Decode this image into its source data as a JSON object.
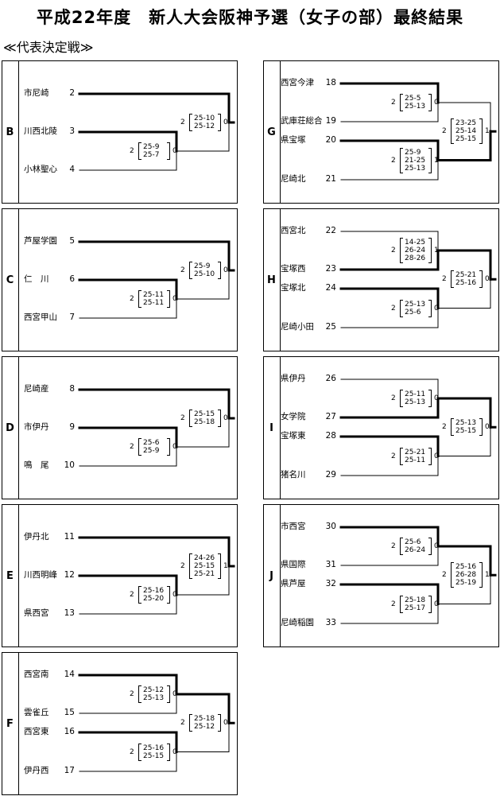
{
  "title": "平成22年度　新人大会阪神予選（女子の部）最終結果",
  "subtitle": "≪代表決定戦≫",
  "groups": [
    {
      "id": "B",
      "teams": [
        {
          "name": "市尼崎",
          "seed": "2"
        },
        {
          "name": "川西北陵",
          "seed": "3"
        },
        {
          "name": "小林聖心",
          "seed": "4"
        }
      ],
      "match1": {
        "left_wins": "2",
        "right_wins": "0",
        "sets": [
          "25-9",
          "25-7"
        ]
      },
      "final": {
        "left_wins": "2",
        "right_wins": "0",
        "sets": [
          "25-10",
          "25-12"
        ]
      }
    },
    {
      "id": "C",
      "teams": [
        {
          "name": "芦屋学園",
          "seed": "5"
        },
        {
          "name": "仁　川",
          "seed": "6"
        },
        {
          "name": "西宮甲山",
          "seed": "7"
        }
      ],
      "match1": {
        "left_wins": "2",
        "right_wins": "0",
        "sets": [
          "25-11",
          "25-11"
        ]
      },
      "final": {
        "left_wins": "2",
        "right_wins": "0",
        "sets": [
          "25-9",
          "25-10"
        ]
      }
    },
    {
      "id": "D",
      "teams": [
        {
          "name": "尼崎産",
          "seed": "8"
        },
        {
          "name": "市伊丹",
          "seed": "9"
        },
        {
          "name": "鳴　尾",
          "seed": "10"
        }
      ],
      "match1": {
        "left_wins": "2",
        "right_wins": "0",
        "sets": [
          "25-6",
          "25-9"
        ]
      },
      "final": {
        "left_wins": "2",
        "right_wins": "0",
        "sets": [
          "25-15",
          "25-18"
        ]
      }
    },
    {
      "id": "E",
      "teams": [
        {
          "name": "伊丹北",
          "seed": "11"
        },
        {
          "name": "川西明峰",
          "seed": "12"
        },
        {
          "name": "県西宮",
          "seed": "13"
        }
      ],
      "match1": {
        "left_wins": "2",
        "right_wins": "0",
        "sets": [
          "25-16",
          "25-20"
        ]
      },
      "final": {
        "left_wins": "2",
        "right_wins": "1",
        "sets": [
          "24-26",
          "25-15",
          "25-21"
        ]
      }
    },
    {
      "id": "F",
      "teams": [
        {
          "name": "西宮南",
          "seed": "14"
        },
        {
          "name": "雲雀丘",
          "seed": "15"
        },
        {
          "name": "西宮東",
          "seed": "16"
        },
        {
          "name": "伊丹西",
          "seed": "17"
        }
      ],
      "match1": {
        "left_wins": "2",
        "right_wins": "0",
        "sets": [
          "25-12",
          "25-13"
        ]
      },
      "match2": {
        "left_wins": "2",
        "right_wins": "0",
        "sets": [
          "25-16",
          "25-15"
        ]
      },
      "final": {
        "left_wins": "2",
        "right_wins": "0",
        "sets": [
          "25-18",
          "25-12"
        ]
      }
    },
    {
      "id": "G",
      "teams": [
        {
          "name": "西宮今津",
          "seed": "18"
        },
        {
          "name": "武庫荘総合",
          "seed": "19"
        },
        {
          "name": "県宝塚",
          "seed": "20"
        },
        {
          "name": "尼崎北",
          "seed": "21"
        }
      ],
      "match1": {
        "left_wins": "2",
        "right_wins": "0",
        "sets": [
          "25-5",
          "25-13"
        ]
      },
      "match2": {
        "left_wins": "2",
        "right_wins": "1",
        "sets": [
          "25-9",
          "21-25",
          "25-13"
        ]
      },
      "final": {
        "left_wins": "2",
        "right_wins": "1",
        "sets": [
          "23-25",
          "25-14",
          "25-15"
        ]
      }
    },
    {
      "id": "H",
      "teams": [
        {
          "name": "西宮北",
          "seed": "22"
        },
        {
          "name": "宝塚西",
          "seed": "23"
        },
        {
          "name": "宝塚北",
          "seed": "24"
        },
        {
          "name": "尼崎小田",
          "seed": "25"
        }
      ],
      "match1": {
        "left_wins": "2",
        "right_wins": "1",
        "sets": [
          "14-25",
          "26-24",
          "28-26"
        ]
      },
      "match2": {
        "left_wins": "2",
        "right_wins": "0",
        "sets": [
          "25-13",
          "25-6"
        ]
      },
      "final": {
        "left_wins": "2",
        "right_wins": "0",
        "sets": [
          "25-21",
          "25-16"
        ]
      }
    },
    {
      "id": "I",
      "teams": [
        {
          "name": "県伊丹",
          "seed": "26"
        },
        {
          "name": "女学院",
          "seed": "27"
        },
        {
          "name": "宝塚東",
          "seed": "28"
        },
        {
          "name": "猪名川",
          "seed": "29"
        }
      ],
      "match1": {
        "left_wins": "2",
        "right_wins": "0",
        "sets": [
          "25-11",
          "25-13"
        ]
      },
      "match2": {
        "left_wins": "2",
        "right_wins": "0",
        "sets": [
          "25-21",
          "25-11"
        ]
      },
      "final": {
        "left_wins": "2",
        "right_wins": "0",
        "sets": [
          "25-13",
          "25-15"
        ]
      }
    },
    {
      "id": "J",
      "teams": [
        {
          "name": "市西宮",
          "seed": "30"
        },
        {
          "name": "県国際",
          "seed": "31"
        },
        {
          "name": "県芦屋",
          "seed": "32"
        },
        {
          "name": "尼崎稲園",
          "seed": "33"
        }
      ],
      "match1": {
        "left_wins": "2",
        "right_wins": "0",
        "sets": [
          "25-6",
          "26-24"
        ]
      },
      "match2": {
        "left_wins": "2",
        "right_wins": "0",
        "sets": [
          "25-18",
          "25-17"
        ]
      },
      "final": {
        "left_wins": "2",
        "right_wins": "1",
        "sets": [
          "25-16",
          "26-28",
          "25-19"
        ]
      }
    }
  ]
}
